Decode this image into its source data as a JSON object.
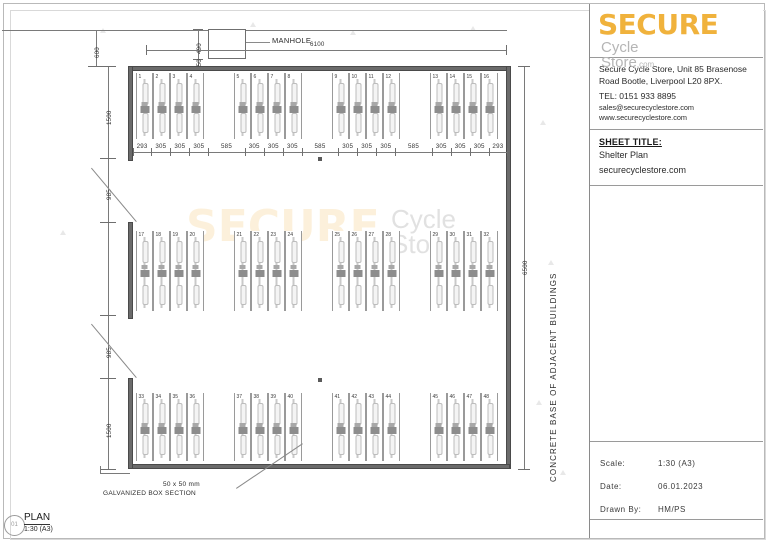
{
  "document": {
    "type": "architectural-plan",
    "view_label": "PLAN",
    "view_number": "01",
    "view_scale": "1:30 (A3)"
  },
  "titleblock": {
    "logo": {
      "secure": "SECURE",
      "cycle": "Cycle",
      "store": "Store",
      "dotcom": ".com",
      "accent_color": "#F0B23C",
      "grey_color": "#b5b5b5"
    },
    "address": {
      "line1": "Secure Cycle Store, Unit 85 Brasenose",
      "line2": "Road Bootle, Liverpool L20 8PX.",
      "tel": "TEL: 0151 933 8895",
      "email": "sales@securecyclestore.com",
      "web": "www.securecyclestore.com"
    },
    "sheet": {
      "heading": "SHEET TITLE:",
      "title": "Shelter Plan",
      "subtitle": "securecyclestore.com"
    },
    "meta": [
      {
        "key": "Scale:",
        "value": "1:30  (A3)"
      },
      {
        "key": "Date:",
        "value": "06.01.2023"
      },
      {
        "key": "Drawn  By:",
        "value": "HM/PS"
      }
    ]
  },
  "drawing": {
    "callouts": {
      "manhole": "MANHOLE",
      "box_section_line1": "50 x 50 mm",
      "box_section_line2": "GALVANIZED BOX SECTION",
      "adjacent_buildings": "CONCRETE BASE OF ADJACENT BUILDINGS"
    },
    "dimensions": {
      "top_offset_600": "600",
      "manhole_490": "490",
      "manhole_150": "150",
      "overall_width": "6100",
      "overall_height": "6500",
      "left_chain": [
        "1500",
        "985",
        "985",
        "1500"
      ],
      "bottom_chain": [
        "293",
        "305",
        "305",
        "305",
        "585",
        "305",
        "305",
        "305",
        "585",
        "305",
        "305",
        "305",
        "585",
        "305",
        "305",
        "305",
        "293"
      ]
    },
    "rack_rows": [
      {
        "id": "row-1",
        "numbers": [
          "1",
          "2",
          "3",
          "4",
          "5",
          "6",
          "7",
          "8",
          "9",
          "10",
          "11",
          "12",
          "13",
          "14",
          "15",
          "16"
        ]
      },
      {
        "id": "row-2",
        "numbers": [
          "17",
          "18",
          "19",
          "20",
          "21",
          "22",
          "23",
          "24",
          "25",
          "26",
          "27",
          "28",
          "29",
          "30",
          "31",
          "32"
        ]
      },
      {
        "id": "row-3",
        "numbers": [
          "33",
          "34",
          "35",
          "36",
          "37",
          "38",
          "39",
          "40",
          "41",
          "42",
          "43",
          "44",
          "45",
          "46",
          "47",
          "48"
        ]
      }
    ]
  },
  "watermark": {
    "secure": "SECURE",
    "cycle": "Cycle",
    "store": "Store"
  }
}
